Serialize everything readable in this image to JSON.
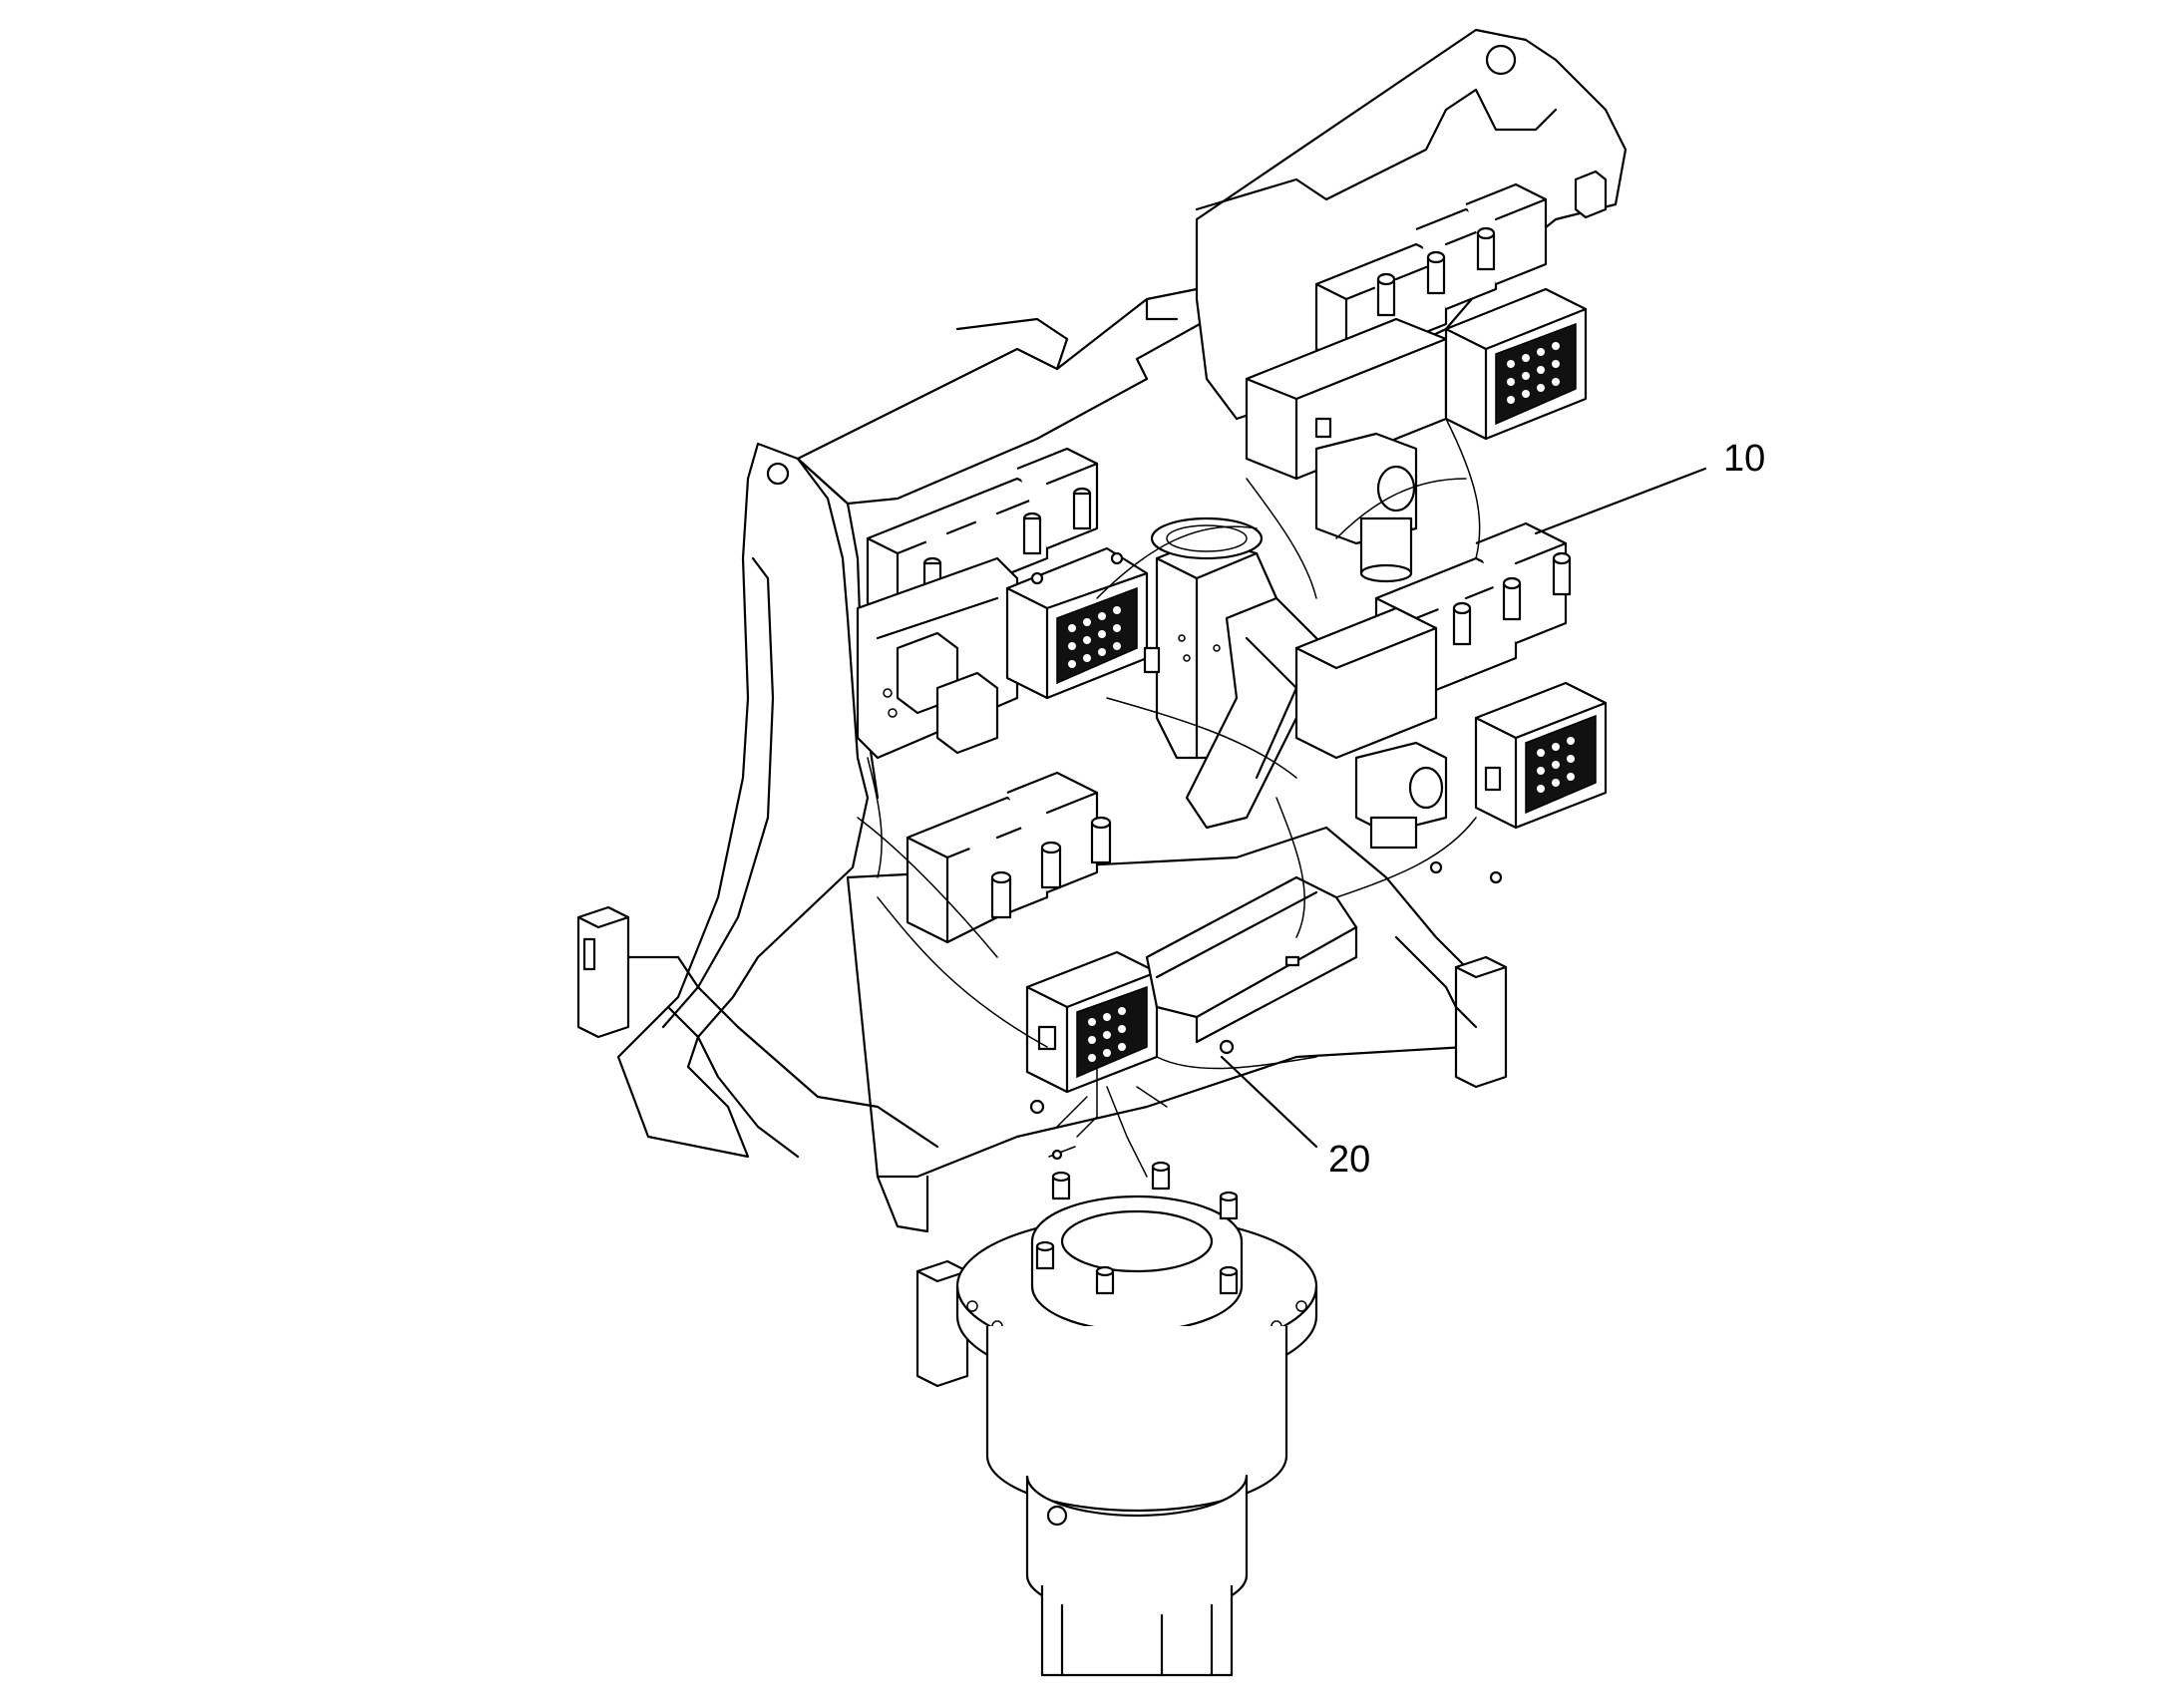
{
  "callouts": [
    {
      "id": "callout-10",
      "label": "10"
    },
    {
      "id": "callout-20",
      "label": "20"
    }
  ],
  "colors": {
    "line": "#000000",
    "background": "#ffffff"
  },
  "icons": [
    "hydraulic-valve-block-icon",
    "connector-plate-icon",
    "rotary-joint-icon",
    "frame-icon"
  ]
}
